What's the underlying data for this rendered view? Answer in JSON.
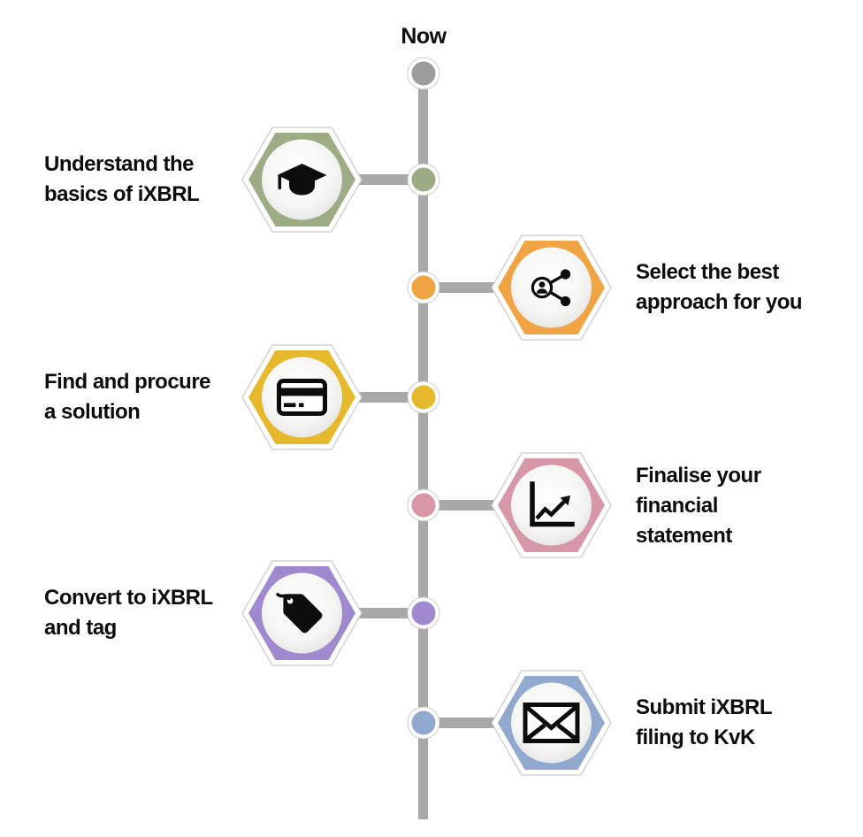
{
  "now_label": "Now",
  "colors": {
    "line": "#a8a8a8",
    "now_node": "#9c9c9c",
    "hex_outline": "#c9c9c9",
    "text": "#0d0d0d"
  },
  "milestones": [
    {
      "label": "Understand the basics of iXBRL",
      "lines": [
        "Understand the",
        "basics of iXBRL"
      ],
      "side": "left",
      "color": "#9dac85",
      "icon": "graduation-cap-icon"
    },
    {
      "label": "Select the best approach for you",
      "lines": [
        "Select the best",
        "approach for you"
      ],
      "side": "right",
      "color": "#f1a443",
      "icon": "share-network-icon"
    },
    {
      "label": "Find and procure a solution",
      "lines": [
        "Find and procure",
        "a solution"
      ],
      "side": "left",
      "color": "#e6b82c",
      "icon": "credit-card-icon"
    },
    {
      "label": "Finalise your financial statement",
      "lines": [
        "Finalise your",
        "financial",
        "statement"
      ],
      "side": "right",
      "color": "#d897a9",
      "icon": "line-chart-icon"
    },
    {
      "label": "Convert to iXBRL and tag",
      "lines": [
        "Convert to iXBRL",
        "and tag"
      ],
      "side": "left",
      "color": "#a089ce",
      "icon": "price-tag-icon"
    },
    {
      "label": "Submit iXBRL filing to KvK",
      "lines": [
        "Submit iXBRL",
        "filing to KvK"
      ],
      "side": "right",
      "color": "#91a9cf",
      "icon": "envelope-icon"
    }
  ]
}
